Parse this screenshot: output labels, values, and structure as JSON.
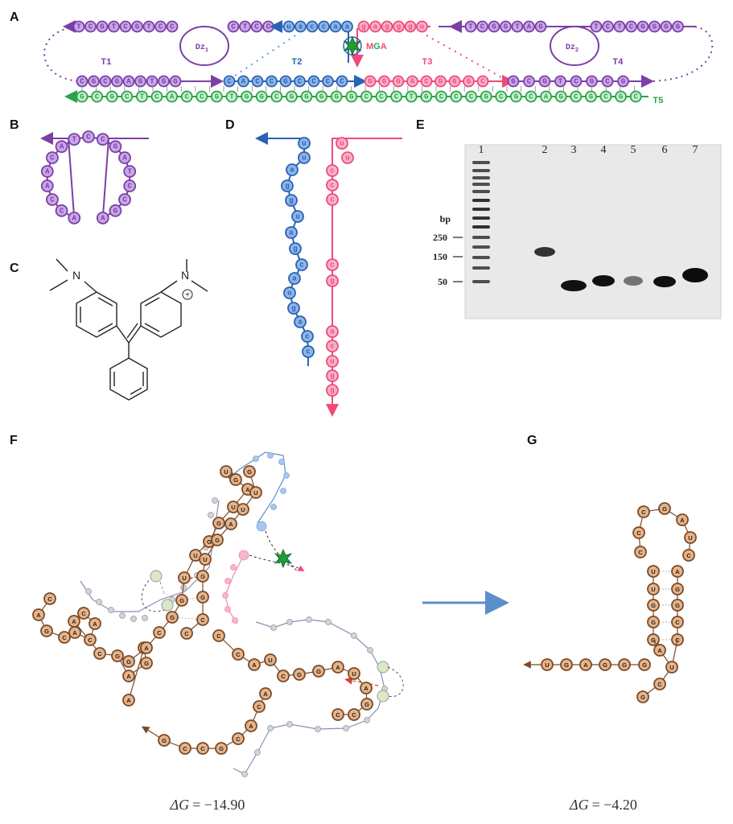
{
  "colors": {
    "purple": "#7b3fa6",
    "purple_fill": "#c9a6e8",
    "blue": "#2a63b5",
    "blue_fill": "#8fb4e6",
    "pink": "#ef4a7a",
    "pink_fill": "#f7b2c8",
    "green": "#2aa34a",
    "green_fill": "#c9efcf",
    "tan_fill": "#e7b48a",
    "tan_stroke": "#7a4a28"
  },
  "panel_labels": [
    "A",
    "B",
    "C",
    "D",
    "E",
    "F",
    "G"
  ],
  "panel_a": {
    "strands": {
      "t1": "T1",
      "t2": "T2",
      "t3": "T3",
      "t4": "T4",
      "t5": "T5",
      "dz1_main": "Dz",
      "dz1_sub": "1",
      "dz2_main": "Dz",
      "dz2_sub": "2",
      "mga_m": "M",
      "mga_g": "G",
      "mga_a": "A"
    },
    "top_left_seq": [
      "T",
      "C",
      "G",
      "T",
      "C",
      "G",
      "T",
      "C",
      "C"
    ],
    "top_left2_seq": [
      "C",
      "T",
      "C",
      "C"
    ],
    "top_blue_seq": [
      "u",
      "a",
      "c",
      "c",
      "a",
      "a"
    ],
    "top_pink_seq": [
      "g",
      "a",
      "g",
      "g",
      "g",
      "u"
    ],
    "top_right_seq": [
      "T",
      "C",
      "G",
      "G",
      "T",
      "A",
      "G"
    ],
    "top_right2_seq": [
      "T",
      "C",
      "T",
      "C",
      "G",
      "G",
      "G",
      "G"
    ],
    "mid_t1_seq": [
      "C",
      "G",
      "C",
      "G",
      "A",
      "G",
      "T",
      "G",
      "G"
    ],
    "mid_t2_seq": [
      "C",
      "A",
      "C",
      "C",
      "G",
      "C",
      "C",
      "C",
      "C"
    ],
    "mid_t3_seq": [
      "G",
      "G",
      "G",
      "A",
      "C",
      "G",
      "G",
      "G",
      "C"
    ],
    "mid_t4_seq": [
      "G",
      "C",
      "G",
      "T",
      "C",
      "G",
      "C",
      "G"
    ],
    "bot_t5_seq": [
      "G",
      "C",
      "G",
      "C",
      "T",
      "C",
      "A",
      "C",
      "C",
      "G",
      "T",
      "G",
      "G",
      "C",
      "G",
      "G",
      "G",
      "G",
      "G",
      "C",
      "C",
      "C",
      "T",
      "G",
      "C",
      "C",
      "C",
      "G",
      "C",
      "G",
      "C",
      "A",
      "G",
      "C",
      "G",
      "C",
      "G",
      "C"
    ]
  },
  "panel_b": {
    "left_seq": [
      "A",
      "C",
      "C",
      "A",
      "A",
      "C",
      "A",
      "T",
      "C"
    ],
    "right_seq": [
      "A",
      "G",
      "C",
      "C",
      "T",
      "A",
      "G",
      "C"
    ]
  },
  "panel_d": {
    "blue_seq": [
      "u",
      "u",
      "a",
      "g",
      "g",
      "u",
      "a",
      "g",
      "c",
      "a",
      "u",
      "g",
      "a",
      "c",
      "c"
    ],
    "pink_seq": [
      "u",
      "u",
      "c",
      "c",
      "c",
      "c",
      "g",
      "a",
      "c",
      "u",
      "g",
      "g"
    ]
  },
  "panel_e": {
    "lanes": [
      "1",
      "2",
      "3",
      "4",
      "5",
      "6",
      "7"
    ],
    "bp_title": "bp",
    "bp_marks": [
      "250",
      "150",
      "50"
    ]
  },
  "panel_f": {
    "delta_g_label": "ΔG",
    "delta_g_value": "= −14.90",
    "left_arm_seq": [
      "C",
      "A",
      "G",
      "C",
      "A",
      "C",
      "A",
      "C",
      "A",
      "C",
      "G",
      "A",
      "G",
      "C",
      "A"
    ],
    "stem_left_seq": [
      "U",
      "G",
      "A",
      "U",
      "G",
      "G",
      "U",
      "U",
      "G",
      "G",
      "C",
      "A",
      "G"
    ],
    "stem_right_seq": [
      "G",
      "U",
      "U",
      "A",
      "G",
      "U",
      "G",
      "G",
      "C",
      "C"
    ],
    "loop_right_seq": [
      "C",
      "C",
      "A",
      "U",
      "C",
      "G",
      "G",
      "A",
      "U",
      "A",
      "G",
      "C",
      "C"
    ],
    "tail_seq": [
      "A",
      "C",
      "A",
      "C",
      "G",
      "C",
      "C",
      "G"
    ]
  },
  "panel_g": {
    "delta_g_label": "ΔG",
    "delta_g_value": "= −4.20",
    "loop_seq": [
      "C",
      "C",
      "C",
      "G",
      "A",
      "U",
      "C"
    ],
    "stem_left_seq": [
      "U",
      "U",
      "G",
      "G",
      "G"
    ],
    "stem_right_seq": [
      "A",
      "G",
      "G",
      "C",
      "C"
    ],
    "tail_seq": [
      "U",
      "G",
      "A",
      "G",
      "G",
      "G"
    ],
    "bulge_seq": [
      "A",
      "U",
      "C",
      "G"
    ]
  },
  "panel_c": {
    "atoms": [
      "N",
      "N",
      "+"
    ]
  }
}
